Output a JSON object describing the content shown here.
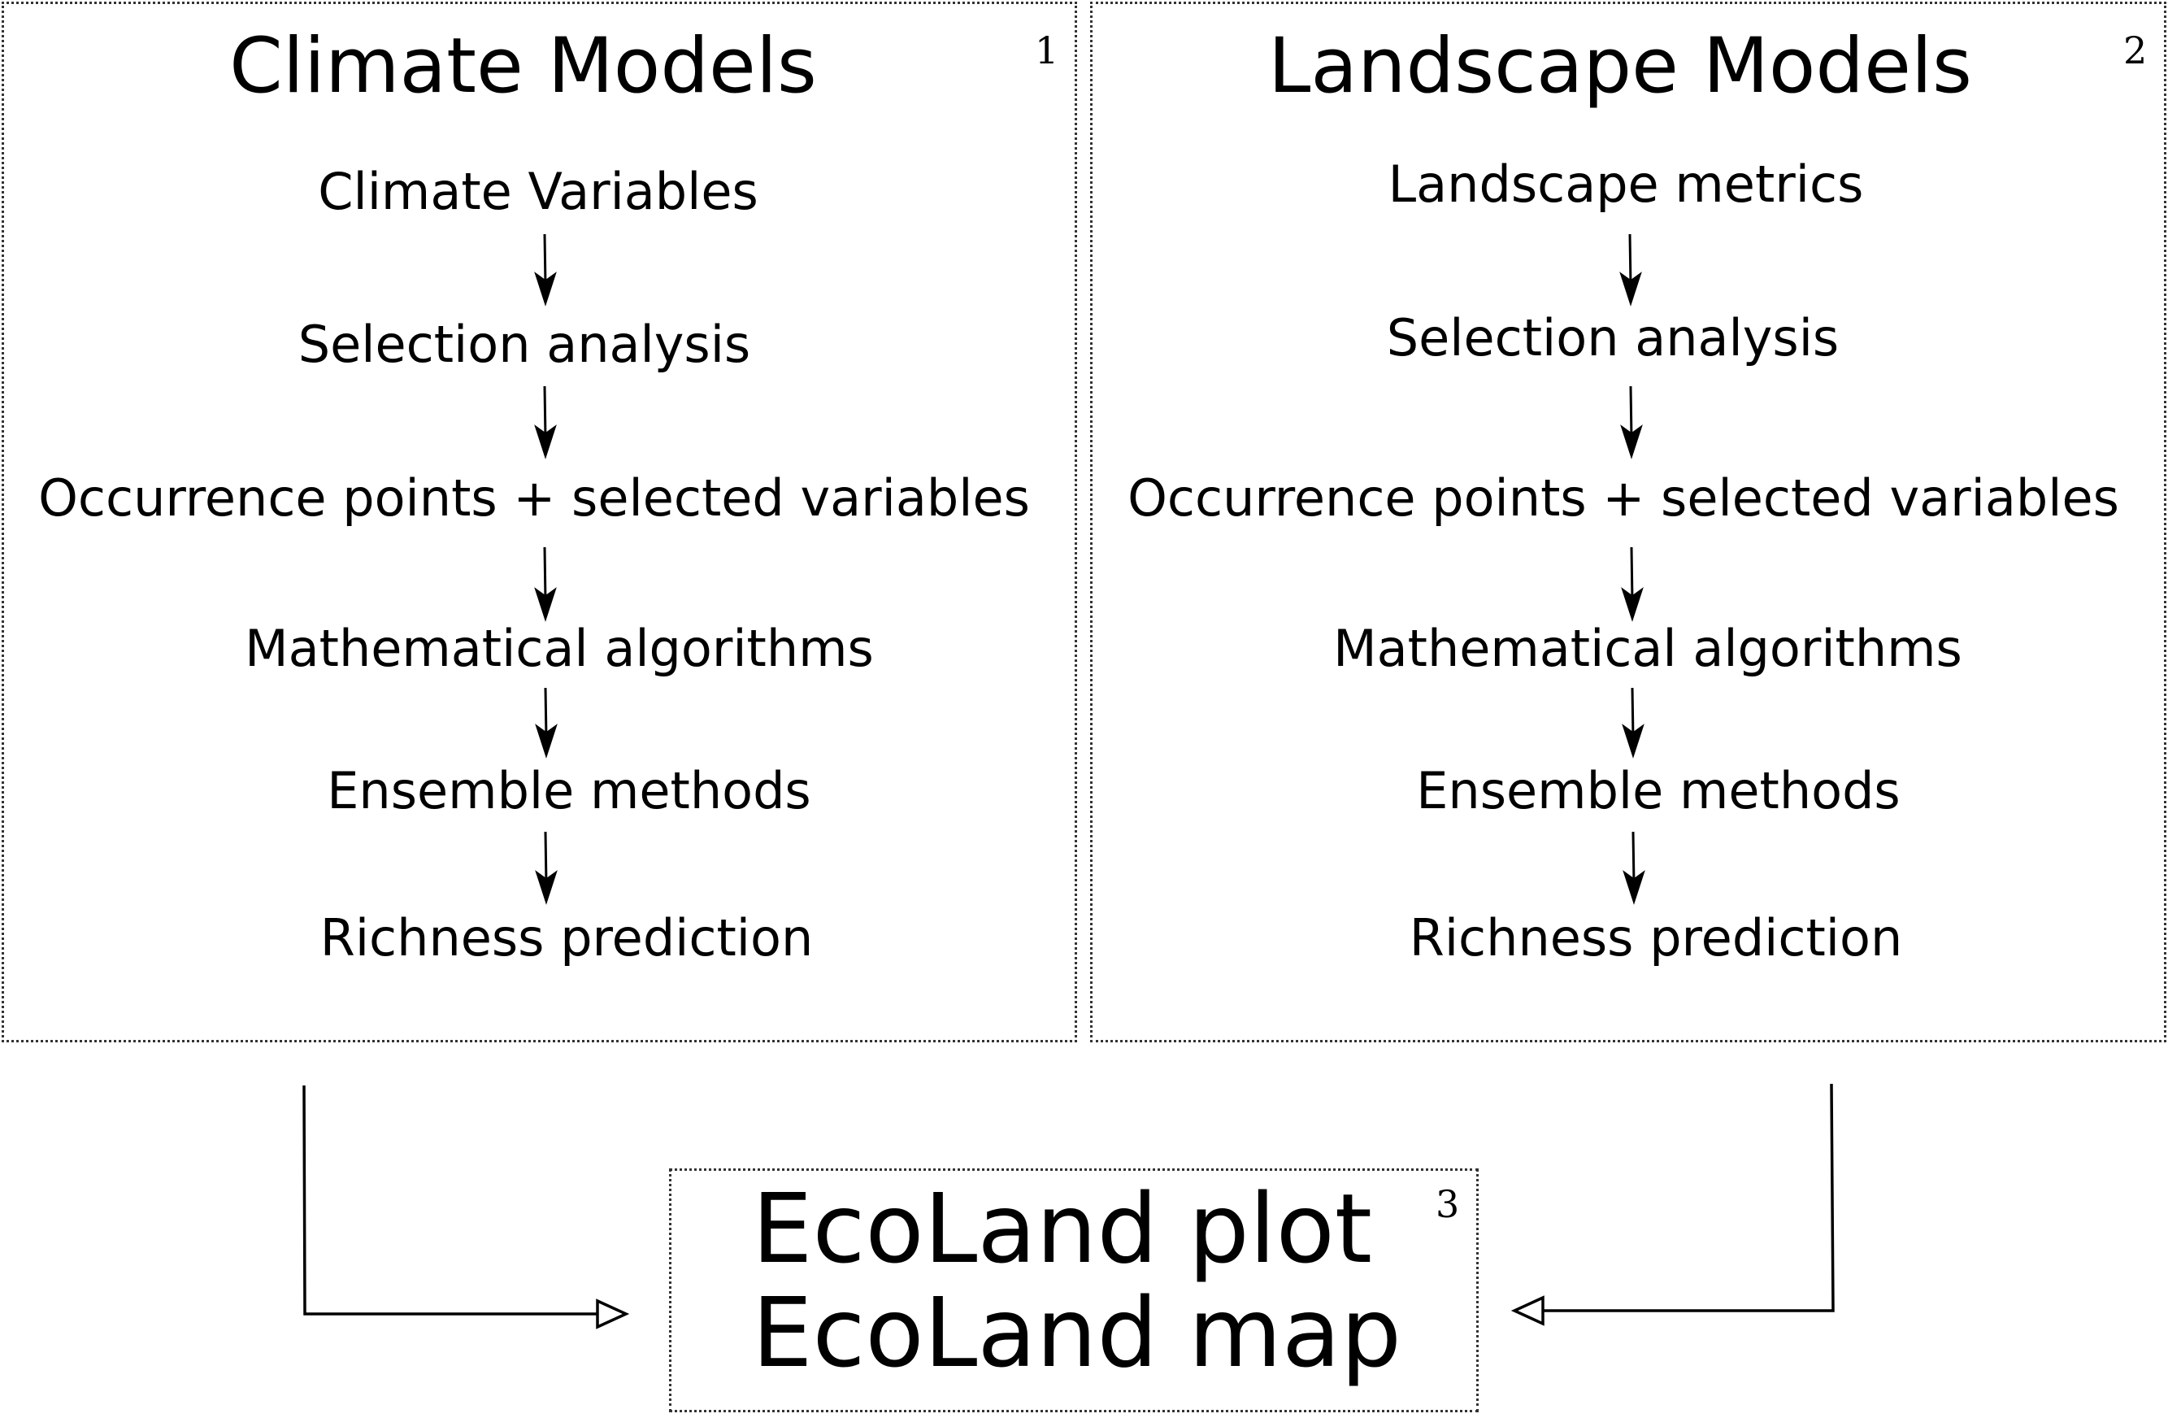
{
  "panels": {
    "climate": {
      "title": "Climate Models",
      "number": "1",
      "steps": [
        "Climate Variables",
        "Selection analysis",
        "Occurrence points + selected variables",
        "Mathematical algorithms",
        "Ensemble methods",
        "Richness prediction"
      ]
    },
    "landscape": {
      "title": "Landscape Models",
      "number": "2",
      "steps": [
        "Landscape metrics",
        "Selection analysis",
        "Occurrence points + selected variables",
        "Mathematical algorithms",
        "Ensemble methods",
        "Richness prediction"
      ]
    },
    "output": {
      "number": "3",
      "lines": [
        "EcoLand plot",
        "EcoLand map"
      ]
    }
  }
}
